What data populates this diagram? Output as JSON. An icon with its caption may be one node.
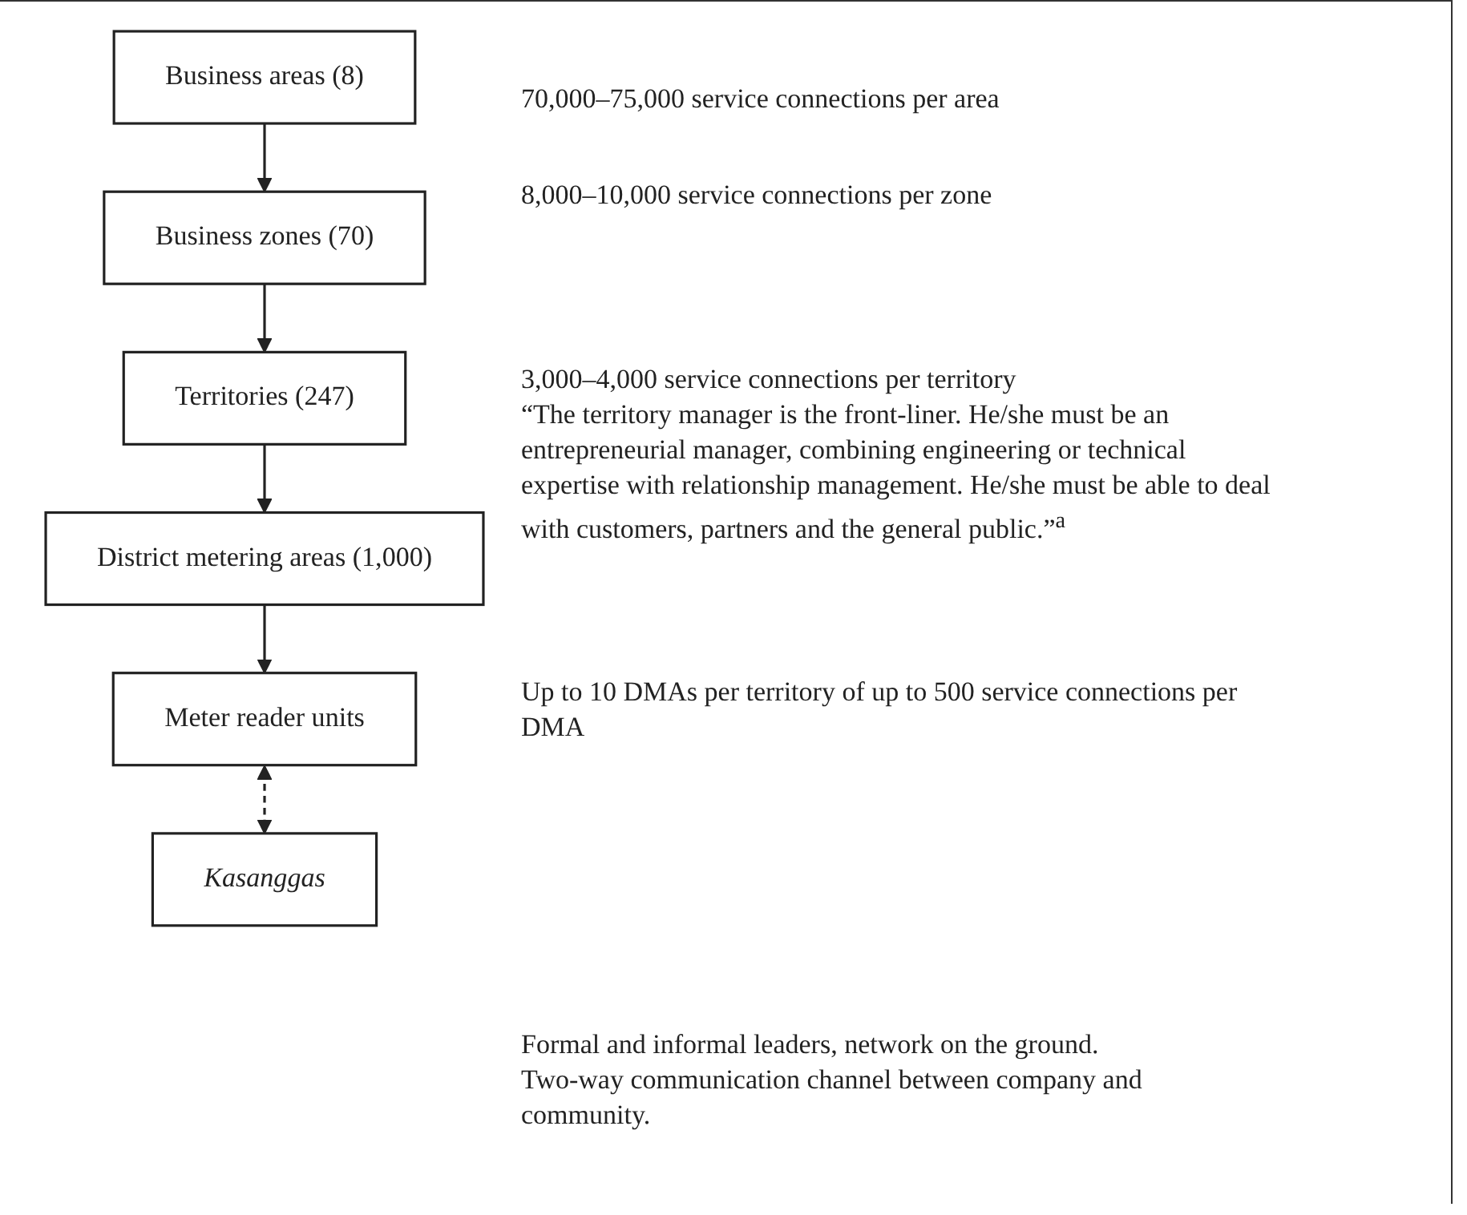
{
  "diagram": {
    "nodes": [
      {
        "text": [
          "Business areas (8)"
        ]
      },
      {
        "text": [
          "Business zones (70)"
        ]
      },
      {
        "text": [
          "Territories (247)"
        ]
      },
      {
        "text": [
          "District metering areas (1,000)"
        ]
      },
      {
        "text": [
          "Meter reader units"
        ]
      },
      {
        "text": [
          "Kasanggas"
        ]
      }
    ],
    "edges": [
      {
        "from": 0,
        "to": 1,
        "arrow": "to"
      },
      {
        "from": 1,
        "to": 2,
        "arrow": "to"
      },
      {
        "from": 2,
        "to": 3,
        "arrow": "to"
      },
      {
        "from": 3,
        "to": 4,
        "arrow": "to"
      },
      {
        "from": 4,
        "to": 5,
        "arrow": "both",
        "style": "dashed"
      }
    ],
    "labels": [
      "70,000–75,000 service connections per area",
      "8,000–10,000 service connections per zone",
      "3,000–4,000 service connections per territory",
      "“The territory manager is the front-liner. He/she must be an entrepreneurial manager, combining engineering or technical expertise with relationship management. He/she must be able to deal with customers, partners and the general public.”$^{a}$",
      "Up to 10 DMAs per territory of up to 500 service connections per DMA",
      "Formal and informal leaders, network on the ground.",
      "Two-way communication channel between company and community."
    ]
  }
}
